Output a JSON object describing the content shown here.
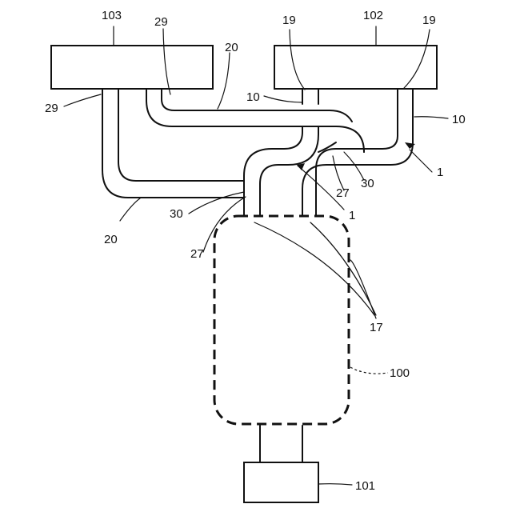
{
  "labels": {
    "top_left_box": "103",
    "top_right_box": "102",
    "dashed_unit": "100",
    "bottom_box": "101",
    "pipe_outer": "10",
    "pipe_inner": "20",
    "joint": "27",
    "seal": "30",
    "end_right": "19",
    "end_left": "29",
    "tube": "17",
    "assembly": "1"
  }
}
